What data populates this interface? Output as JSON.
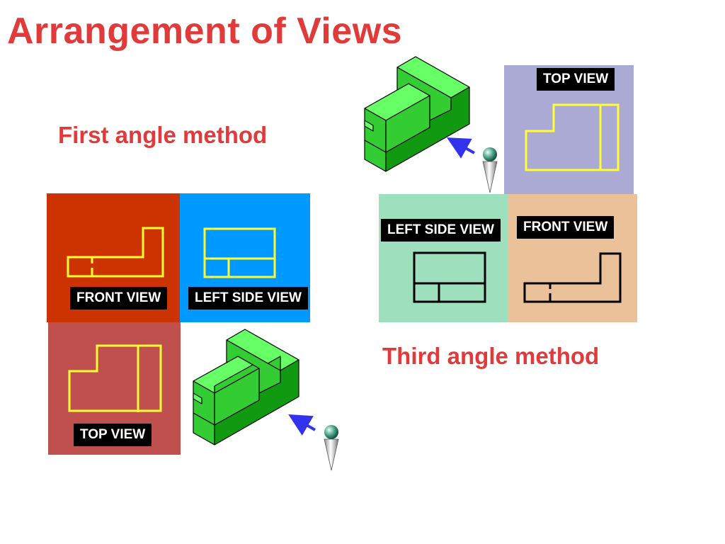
{
  "title": "Arrangement of Views",
  "first_angle": {
    "heading": "First angle method",
    "front_label": "FRONT VIEW",
    "side_label": "LEFT SIDE VIEW",
    "top_label": "TOP VIEW",
    "colors": {
      "front": "#cc3300",
      "side": "#0099ff",
      "top": "#c0504d"
    }
  },
  "third_angle": {
    "heading": "Third angle method",
    "front_label": "FRONT VIEW",
    "side_label": "LEFT SIDE VIEW",
    "top_label": "TOP VIEW",
    "colors": {
      "front": "#ebc19a",
      "side": "#9ee0bd",
      "top": "#aaaad4"
    }
  },
  "colors": {
    "title": "#e03a3a",
    "outline_first": "#ffff33",
    "outline_third": "#000000",
    "block_top": "#66ff66",
    "block_front": "#33cc33",
    "block_side": "#119911",
    "arrow": "#3333ee"
  }
}
